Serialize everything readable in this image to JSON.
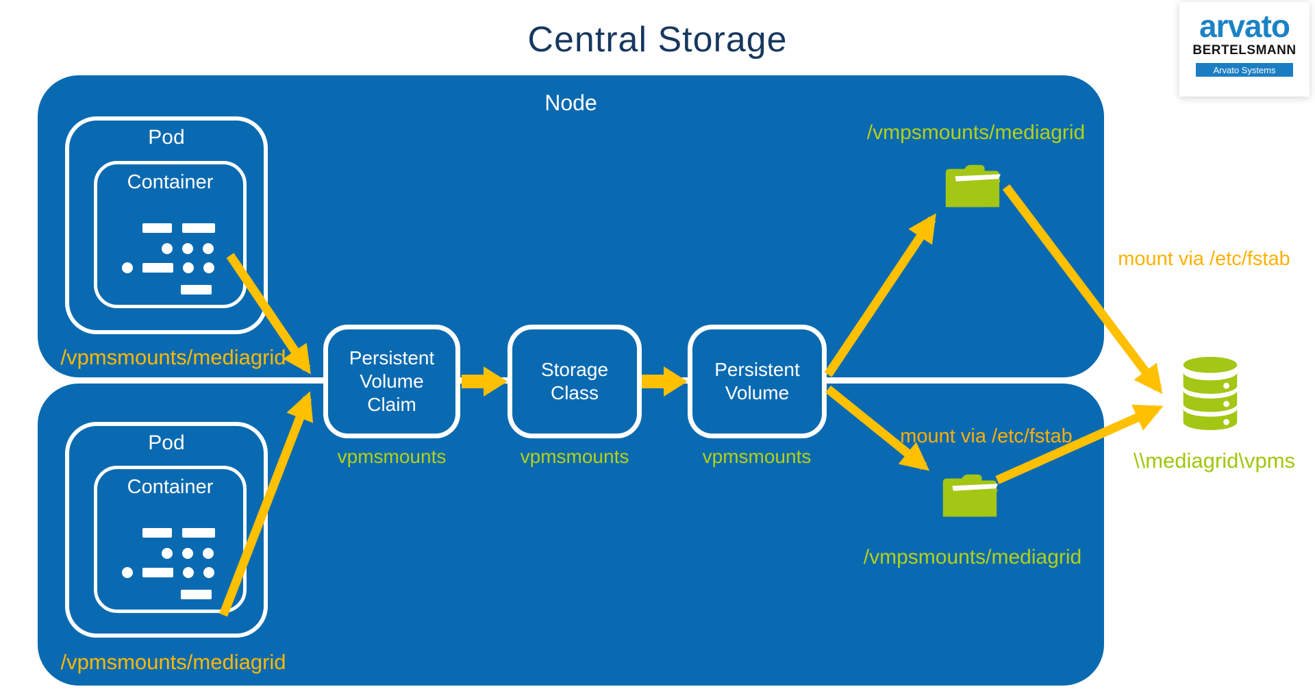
{
  "title": "Central Storage",
  "logo": {
    "brand": "arvato",
    "parent": "BERTELSMANN",
    "division": "Arvato Systems"
  },
  "nodes": {
    "top": {
      "label": "Node",
      "pod": {
        "label": "Pod",
        "container_label": "Container",
        "mount_path": "/vpmsmounts/mediagrid"
      }
    },
    "bottom": {
      "pod": {
        "label": "Pod",
        "container_label": "Container",
        "mount_path": "/vpmsmounts/mediagrid"
      }
    }
  },
  "pipeline": [
    {
      "label": "Persistent\nVolume\nClaim",
      "sub": "vpmsmounts"
    },
    {
      "label": "Storage\nClass",
      "sub": "vpmsmounts"
    },
    {
      "label": "Persistent\nVolume",
      "sub": "vpmsmounts"
    }
  ],
  "mounts": {
    "top_folder_label": "/vmpsmounts/mediagrid",
    "bottom_folder_label": "/vmpsmounts/mediagrid",
    "top_fstab_label": "mount via /etc/fstab",
    "bottom_fstab_label": "mount via /etc/fstab",
    "share_label": "\\\\mediagrid\\vpms"
  },
  "icons": {
    "container": "dots-and-dashes-code-icon",
    "folder": "open-folder-icon",
    "storage": "database-cylinder-icon"
  },
  "colors": {
    "node_blue": "#0a6ab1",
    "title_navy": "#17375E",
    "arrow_gold": "#ffc000",
    "gold_text": "#fdb900",
    "orange_text": "#ffb000",
    "lime_icon": "#a4c614",
    "lime_text": "#b4d117",
    "logo_blue": "#1c82c5"
  }
}
